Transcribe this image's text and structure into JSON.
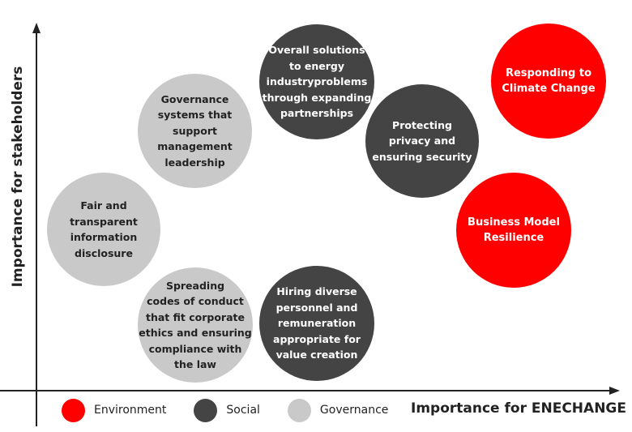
{
  "diagram": {
    "y_axis_label": "Importance for stakeholders",
    "x_axis_label": "Importance for ENECHANGE",
    "colors": {
      "environment": "#ff0000",
      "social": "#444444",
      "governance": "#c9c9c9"
    },
    "bubbles": [
      {
        "category": "Environment",
        "text": "Responding to\nClimate Change"
      },
      {
        "category": "Environment",
        "text": "Business Model\nResilience"
      },
      {
        "category": "Social",
        "text": "Overall solutions\nto energy\nindustryproblems\nthrough expanding\npartnerships"
      },
      {
        "category": "Social",
        "text": "Protecting\nprivacy and\nensuring security"
      },
      {
        "category": "Social",
        "text": "Hiring diverse\npersonnel and\nremuneration\nappropriate  for\nvalue creation"
      },
      {
        "category": "Governance",
        "text": "Governance\nsystems that\nsupport\nmanagement\nleadership"
      },
      {
        "category": "Governance",
        "text": "Fair and\ntransparent\ninformation\ndisclosure"
      },
      {
        "category": "Governance",
        "text": "Spreading\ncodes of conduct\nthat fit corporate\nethics and ensuring\ncompliance with\nthe law"
      }
    ],
    "legend": [
      {
        "label": "Environment"
      },
      {
        "label": "Social"
      },
      {
        "label": "Governance"
      }
    ]
  }
}
